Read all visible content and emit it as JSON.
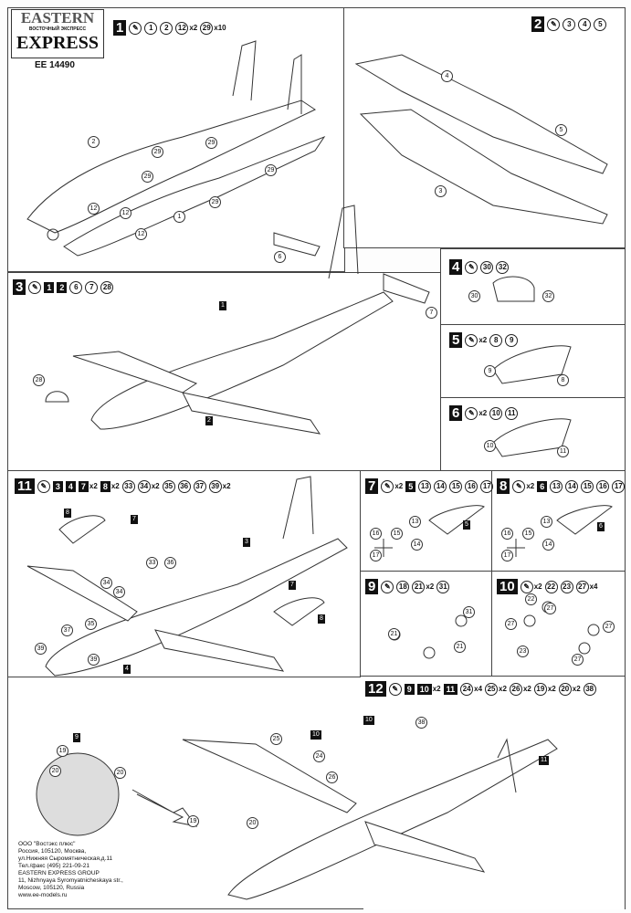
{
  "brand": {
    "name_top": "EASTERN",
    "name_ru": "ВОСТОЧНЫЙ ЭКСПРЕСС",
    "name_bottom": "EXPRESS",
    "kit_code": "EE 14490"
  },
  "steps": [
    {
      "id": "1",
      "parts": [
        {
          "t": "glue"
        },
        {
          "t": "c",
          "l": "1"
        },
        {
          "t": "c",
          "l": "2"
        },
        {
          "t": "c",
          "l": "12",
          "q": "x2"
        },
        {
          "t": "c",
          "l": "29",
          "q": "x10"
        }
      ]
    },
    {
      "id": "2",
      "parts": [
        {
          "t": "glue"
        },
        {
          "t": "c",
          "l": "3"
        },
        {
          "t": "c",
          "l": "4"
        },
        {
          "t": "c",
          "l": "5"
        }
      ]
    },
    {
      "id": "3",
      "parts": [
        {
          "t": "glue"
        },
        {
          "t": "b",
          "l": "1"
        },
        {
          "t": "b",
          "l": "2"
        },
        {
          "t": "c",
          "l": "6"
        },
        {
          "t": "c",
          "l": "7"
        },
        {
          "t": "c",
          "l": "28"
        }
      ]
    },
    {
      "id": "4",
      "parts": [
        {
          "t": "glue"
        },
        {
          "t": "c",
          "l": "30"
        },
        {
          "t": "c",
          "l": "32"
        }
      ]
    },
    {
      "id": "5",
      "parts": [
        {
          "t": "glue",
          "q": "x2"
        },
        {
          "t": "c",
          "l": "8"
        },
        {
          "t": "c",
          "l": "9"
        }
      ]
    },
    {
      "id": "6",
      "parts": [
        {
          "t": "glue",
          "q": "x2"
        },
        {
          "t": "c",
          "l": "10"
        },
        {
          "t": "c",
          "l": "11"
        }
      ]
    },
    {
      "id": "11",
      "parts": [
        {
          "t": "glue"
        },
        {
          "t": "b",
          "l": "3"
        },
        {
          "t": "b",
          "l": "4"
        },
        {
          "t": "b",
          "l": "7",
          "q": "x2"
        },
        {
          "t": "b",
          "l": "8",
          "q": "x2"
        },
        {
          "t": "c",
          "l": "33"
        },
        {
          "t": "c",
          "l": "34",
          "q": "x2"
        },
        {
          "t": "c",
          "l": "35"
        },
        {
          "t": "c",
          "l": "36"
        },
        {
          "t": "c",
          "l": "37"
        },
        {
          "t": "c",
          "l": "39",
          "q": "x2"
        }
      ]
    },
    {
      "id": "7",
      "parts": [
        {
          "t": "glue",
          "q": "x2"
        },
        {
          "t": "b",
          "l": "5"
        },
        {
          "t": "c",
          "l": "13"
        },
        {
          "t": "c",
          "l": "14"
        },
        {
          "t": "c",
          "l": "15"
        },
        {
          "t": "c",
          "l": "16"
        },
        {
          "t": "c",
          "l": "17"
        }
      ]
    },
    {
      "id": "8",
      "parts": [
        {
          "t": "glue",
          "q": "x2"
        },
        {
          "t": "b",
          "l": "6"
        },
        {
          "t": "c",
          "l": "13"
        },
        {
          "t": "c",
          "l": "14"
        },
        {
          "t": "c",
          "l": "15"
        },
        {
          "t": "c",
          "l": "16"
        },
        {
          "t": "c",
          "l": "17"
        }
      ]
    },
    {
      "id": "9",
      "parts": [
        {
          "t": "glue"
        },
        {
          "t": "c",
          "l": "18"
        },
        {
          "t": "c",
          "l": "21",
          "q": "x2"
        },
        {
          "t": "c",
          "l": "31"
        }
      ]
    },
    {
      "id": "10",
      "parts": [
        {
          "t": "glue",
          "q": "x2"
        },
        {
          "t": "c",
          "l": "22"
        },
        {
          "t": "c",
          "l": "23"
        },
        {
          "t": "c",
          "l": "27",
          "q": "x4"
        }
      ]
    },
    {
      "id": "12",
      "parts": [
        {
          "t": "glue"
        },
        {
          "t": "b",
          "l": "9"
        },
        {
          "t": "b",
          "l": "10",
          "q": "x2"
        },
        {
          "t": "b",
          "l": "11"
        },
        {
          "t": "c",
          "l": "24",
          "q": "x4"
        },
        {
          "t": "c",
          "l": "25",
          "q": "x2"
        },
        {
          "t": "c",
          "l": "26",
          "q": "x2"
        },
        {
          "t": "c",
          "l": "19",
          "q": "x2"
        },
        {
          "t": "c",
          "l": "20",
          "q": "x2"
        },
        {
          "t": "c",
          "l": "38"
        }
      ]
    }
  ],
  "callouts": {
    "p1": [
      "2",
      "12",
      "29",
      "29",
      "29",
      "29",
      "29",
      "1",
      "12",
      "12"
    ],
    "p2": [
      "4",
      "5",
      "3"
    ],
    "p3": [
      "1",
      "6",
      "7",
      "28",
      "2"
    ],
    "p4": [
      "30",
      "32"
    ],
    "p5": [
      "9",
      "8"
    ],
    "p6": [
      "10",
      "11"
    ],
    "p11": [
      "8",
      "7",
      "3",
      "7",
      "8",
      "4",
      "33",
      "36",
      "34",
      "34",
      "35",
      "37",
      "39",
      "39"
    ],
    "p7": [
      "16",
      "15",
      "13",
      "14",
      "17",
      "5"
    ],
    "p8": [
      "16",
      "15",
      "13",
      "14",
      "17",
      "6"
    ],
    "p9": [
      "31",
      "21",
      "21"
    ],
    "p10": [
      "27",
      "22",
      "27",
      "23",
      "27",
      "27"
    ],
    "p12": [
      "9",
      "19",
      "20",
      "20",
      "10",
      "10",
      "11",
      "38",
      "24",
      "25",
      "26",
      "19",
      "20"
    ]
  },
  "address": [
    "ООО \"Востэкс плюс\"",
    "Россия, 105120, Москва,",
    "ул.Нижняя Сыромятническая,д.11",
    "Тел./факс (495) 221-09-21",
    "EASTERN EXPRESS GROUP",
    "11, Nizhnyaya Syromyatnicheskaya str.,",
    "Moscow, 105120, Russia",
    "www.ee-models.ru"
  ],
  "icons": {
    "glue": "glue-tube-icon"
  }
}
